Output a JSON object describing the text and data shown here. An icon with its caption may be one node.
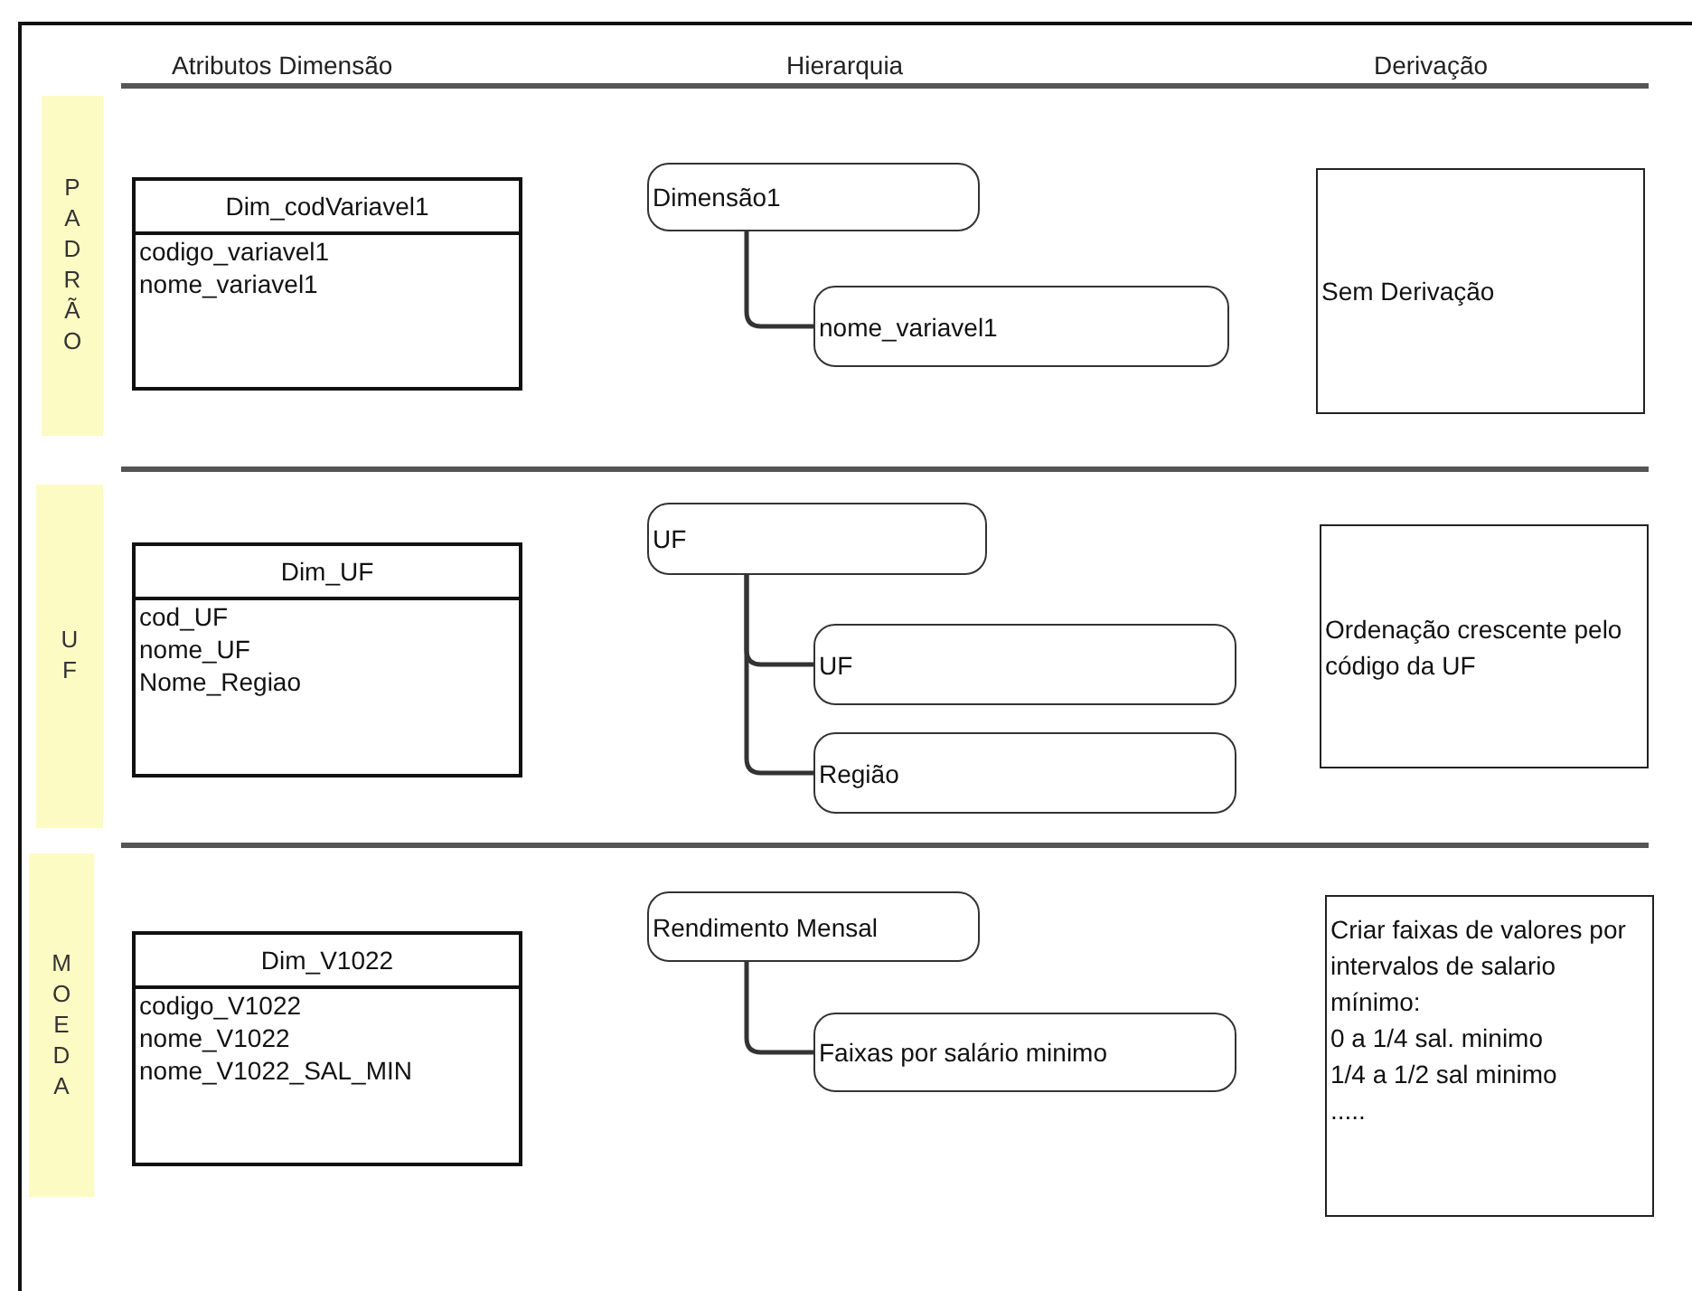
{
  "diagram": {
    "nodes": [
      {
        "text": [
          "PADRÃO"
        ]
      },
      {
        "text": [
          "Dim_codVariavel1",
          "codigo_variavel1",
          "nome_variavel1"
        ]
      },
      {
        "text": [
          "Dimensão1"
        ]
      },
      {
        "text": [
          "nome_variavel1"
        ]
      },
      {
        "text": [
          "Sem Derivação"
        ]
      },
      {
        "text": [
          "UF"
        ]
      },
      {
        "text": [
          "Dim_UF",
          "cod_UF",
          "nome_UF",
          "Nome_Regiao"
        ]
      },
      {
        "text": [
          "UF"
        ]
      },
      {
        "text": [
          "UF"
        ]
      },
      {
        "text": [
          "Região"
        ]
      },
      {
        "text": [
          "Ordenação crescente pelo código da UF"
        ]
      },
      {
        "text": [
          "MOEDA"
        ]
      },
      {
        "text": [
          "Dim_V1022",
          "codigo_V1022",
          "nome_V1022",
          "nome_V1022_SAL_MIN"
        ]
      },
      {
        "text": [
          "Rendimento Mensal"
        ]
      },
      {
        "text": [
          "Faixas por salário minimo"
        ]
      },
      {
        "text": [
          "Criar faixas de valores por intervalos de salario mínimo:",
          "0 a 1/4 sal. minimo",
          "1/4 a 1/2 sal minimo",
          "....."
        ]
      }
    ],
    "edges": [
      {
        "from": 2,
        "to": 3,
        "arrow": "none"
      },
      {
        "from": 7,
        "to": 8,
        "arrow": "none"
      },
      {
        "from": 7,
        "to": 9,
        "arrow": "none"
      },
      {
        "from": 13,
        "to": 14,
        "arrow": "none"
      }
    ],
    "labels": [
      "Atributos Dimensão",
      "Hierarquia",
      "Derivação"
    ]
  }
}
